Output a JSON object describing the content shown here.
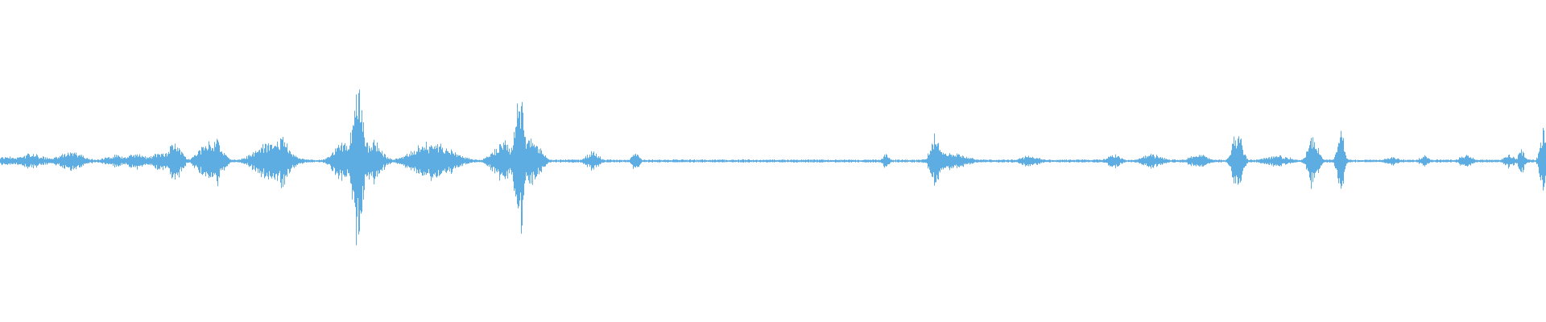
{
  "waveform": {
    "color": "#5DADE2",
    "background": "#ffffff",
    "baseline_amplitude": 0.012,
    "amplitude_range": [
      -1,
      1
    ],
    "samples": 1920,
    "bursts": [
      {
        "t": 0.005,
        "amp": 0.05,
        "width": 0.006
      },
      {
        "t": 0.02,
        "amp": 0.08,
        "width": 0.008
      },
      {
        "t": 0.046,
        "amp": 0.1,
        "width": 0.008
      },
      {
        "t": 0.074,
        "amp": 0.07,
        "width": 0.006
      },
      {
        "t": 0.088,
        "amp": 0.09,
        "width": 0.006
      },
      {
        "t": 0.104,
        "amp": 0.1,
        "width": 0.006
      },
      {
        "t": 0.113,
        "amp": 0.22,
        "width": 0.004
      },
      {
        "t": 0.134,
        "amp": 0.2,
        "width": 0.006
      },
      {
        "t": 0.14,
        "amp": 0.26,
        "width": 0.004
      },
      {
        "t": 0.176,
        "amp": 0.22,
        "width": 0.01
      },
      {
        "t": 0.182,
        "amp": 0.3,
        "width": 0.004
      },
      {
        "t": 0.222,
        "amp": 0.22,
        "width": 0.006
      },
      {
        "t": 0.231,
        "amp": 0.93,
        "width": 0.003
      },
      {
        "t": 0.24,
        "amp": 0.25,
        "width": 0.006
      },
      {
        "t": 0.28,
        "amp": 0.22,
        "width": 0.012
      },
      {
        "t": 0.325,
        "amp": 0.22,
        "width": 0.006
      },
      {
        "t": 0.336,
        "amp": 0.78,
        "width": 0.003
      },
      {
        "t": 0.344,
        "amp": 0.26,
        "width": 0.005
      },
      {
        "t": 0.383,
        "amp": 0.1,
        "width": 0.004
      },
      {
        "t": 0.411,
        "amp": 0.12,
        "width": 0.002
      },
      {
        "t": 0.573,
        "amp": 0.08,
        "width": 0.002
      },
      {
        "t": 0.605,
        "amp": 0.3,
        "width": 0.003
      },
      {
        "t": 0.614,
        "amp": 0.1,
        "width": 0.01
      },
      {
        "t": 0.666,
        "amp": 0.06,
        "width": 0.006
      },
      {
        "t": 0.72,
        "amp": 0.08,
        "width": 0.004
      },
      {
        "t": 0.745,
        "amp": 0.08,
        "width": 0.006
      },
      {
        "t": 0.775,
        "amp": 0.07,
        "width": 0.006
      },
      {
        "t": 0.8,
        "amp": 0.35,
        "width": 0.003
      },
      {
        "t": 0.826,
        "amp": 0.06,
        "width": 0.008
      },
      {
        "t": 0.849,
        "amp": 0.3,
        "width": 0.003
      },
      {
        "t": 0.867,
        "amp": 0.36,
        "width": 0.002
      },
      {
        "t": 0.9,
        "amp": 0.05,
        "width": 0.004
      },
      {
        "t": 0.921,
        "amp": 0.06,
        "width": 0.003
      },
      {
        "t": 0.948,
        "amp": 0.07,
        "width": 0.004
      },
      {
        "t": 0.976,
        "amp": 0.08,
        "width": 0.003
      },
      {
        "t": 0.984,
        "amp": 0.14,
        "width": 0.002
      },
      {
        "t": 0.998,
        "amp": 0.35,
        "width": 0.002
      }
    ]
  }
}
